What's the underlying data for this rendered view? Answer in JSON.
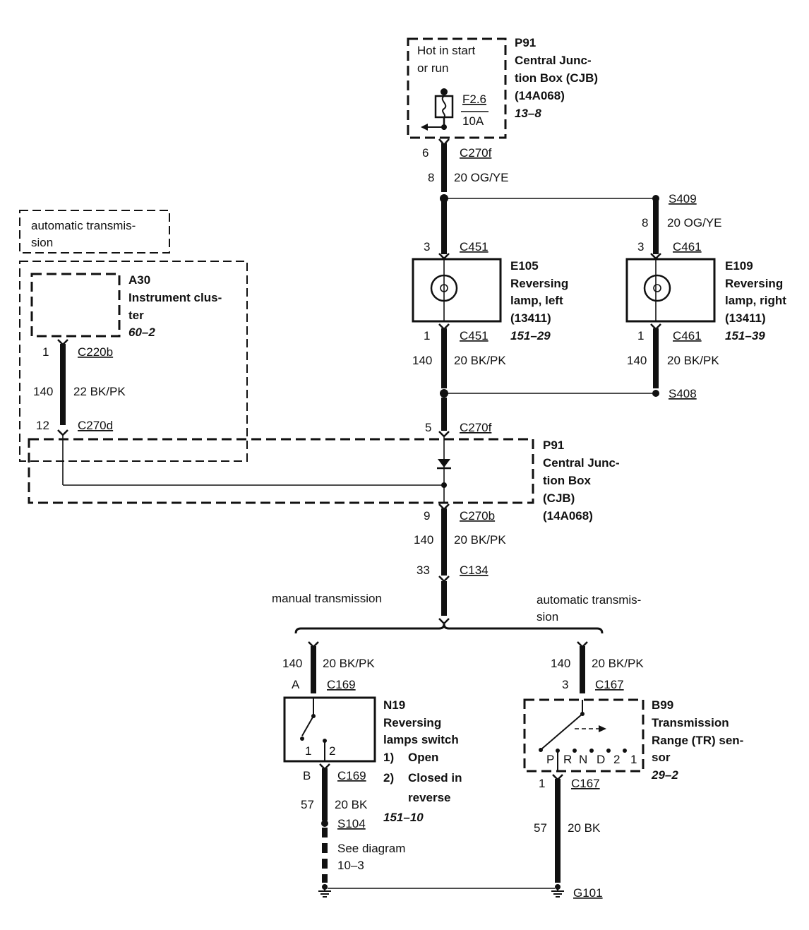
{
  "cjb_top": {
    "label": "Hot in start or run",
    "label_lines": [
      "Hot in start",
      "or run"
    ],
    "fuse_id": "F2.6",
    "fuse_rating": "10A",
    "title_lines": [
      "P91",
      "Central Junc-",
      "tion Box (CJB)",
      "(14A068)"
    ],
    "ref": "13–8",
    "pin_upper": "6",
    "pin_lower": "8",
    "connector": "C270f",
    "wire": "20 OG/YE"
  },
  "splice_s409": {
    "id": "S409",
    "circuit": "8",
    "wire": "20 OG/YE"
  },
  "lamp_left": {
    "title_lines": [
      "E105",
      "Reversing",
      "lamp, left",
      "(13411)"
    ],
    "ref": "151–29",
    "pin_in": "3",
    "conn_in": "C451",
    "pin_out": "1",
    "conn_out": "C451",
    "circuit": "140",
    "wire": "20 BK/PK"
  },
  "lamp_right": {
    "title_lines": [
      "E109",
      "Reversing",
      "lamp, right",
      "(13411)"
    ],
    "ref": "151–39",
    "pin_in": "3",
    "conn_in": "C461",
    "pin_out": "1",
    "conn_out": "C461",
    "circuit": "140",
    "wire": "20 BK/PK"
  },
  "splice_s408": {
    "id": "S408"
  },
  "cluster": {
    "option_lines": [
      "automatic transmis-",
      "sion"
    ],
    "title_lines": [
      "A30",
      "Instrument clus-",
      "ter"
    ],
    "ref": "60–2",
    "pin_top": "1",
    "conn_top": "C220b",
    "circuit": "140",
    "wire": "22 BK/PK",
    "pin_bottom": "12",
    "conn_bottom": "C270d"
  },
  "cjb_mid": {
    "pin_in": "5",
    "conn_in": "C270f",
    "title_lines": [
      "P91",
      "Central Junc-",
      "tion Box",
      "(CJB)",
      "(14A068)"
    ],
    "pin_out": "9",
    "conn_out": "C270b",
    "circuit": "140",
    "wire": "20 BK/PK",
    "pin_c134": "33",
    "conn_c134": "C134"
  },
  "branches": {
    "manual": "manual transmission",
    "automatic_lines": [
      "automatic transmis-",
      "sion"
    ]
  },
  "switch_n19": {
    "circuit": "140",
    "wire": "20 BK/PK",
    "pin_in": "A",
    "conn_in": "C169",
    "contact_1": "1",
    "contact_2": "2",
    "title_lines": [
      "N19",
      "Reversing",
      "lamps switch"
    ],
    "state_lines": [
      {
        "num": "1)",
        "text": "Open"
      },
      {
        "num": "2)",
        "text": "Closed in"
      },
      {
        "num": "",
        "text": "reverse"
      }
    ],
    "ref": "151–10",
    "pin_out": "B",
    "conn_out": "C169",
    "circuit_out": "57",
    "wire_out": "20 BK",
    "splice": "S104",
    "see_lines": [
      "See diagram",
      "10–3"
    ]
  },
  "sensor_b99": {
    "circuit": "140",
    "wire": "20 BK/PK",
    "pin_in": "3",
    "conn_in": "C167",
    "title_lines": [
      "B99",
      "Transmission",
      "Range (TR) sen-",
      "sor"
    ],
    "ref": "29–2",
    "positions": [
      "P",
      "R",
      "N",
      "D",
      "2",
      "1"
    ],
    "pin_out": "1",
    "conn_out": "C167",
    "circuit_out": "57",
    "wire_out": "20 BK",
    "ground": "G101"
  }
}
